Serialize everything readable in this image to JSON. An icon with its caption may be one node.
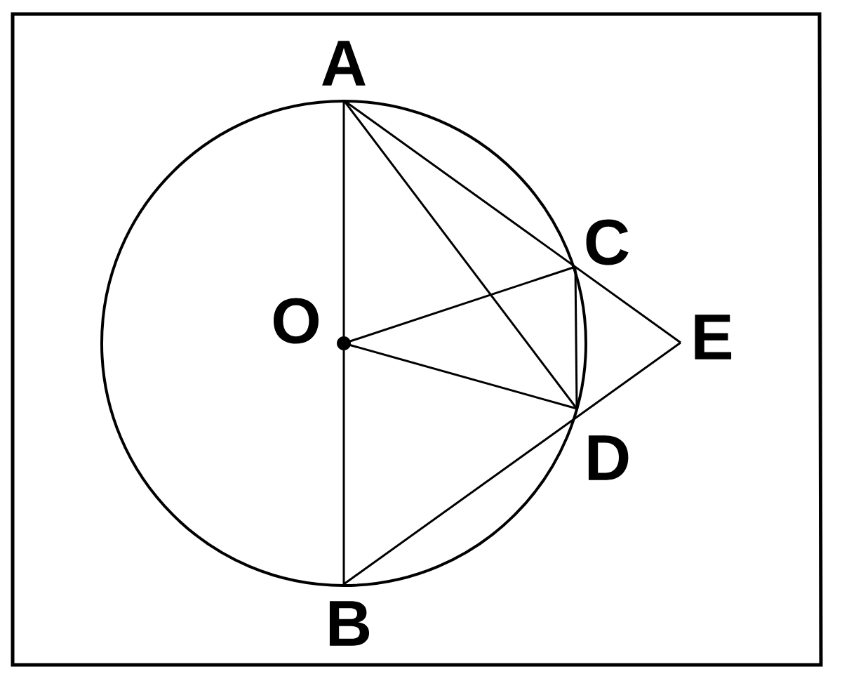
{
  "diagram": {
    "nodes": [
      {
        "text": [
          "A"
        ]
      },
      {
        "text": [
          "B"
        ]
      },
      {
        "text": [
          "C"
        ]
      },
      {
        "text": [
          "D"
        ]
      },
      {
        "text": [
          "E"
        ]
      },
      {
        "text": [
          "O"
        ]
      }
    ],
    "edges": [
      {
        "from": 0,
        "to": 5,
        "arrow": "none"
      },
      {
        "from": 5,
        "to": 1,
        "arrow": "none"
      },
      {
        "from": 0,
        "to": 3,
        "arrow": "none"
      },
      {
        "from": 0,
        "to": 4,
        "arrow": "none"
      },
      {
        "from": 5,
        "to": 2,
        "arrow": "none"
      },
      {
        "from": 5,
        "to": 3,
        "arrow": "none"
      },
      {
        "from": 2,
        "to": 3,
        "arrow": "none"
      },
      {
        "from": 1,
        "to": 4,
        "arrow": "none"
      }
    ]
  }
}
